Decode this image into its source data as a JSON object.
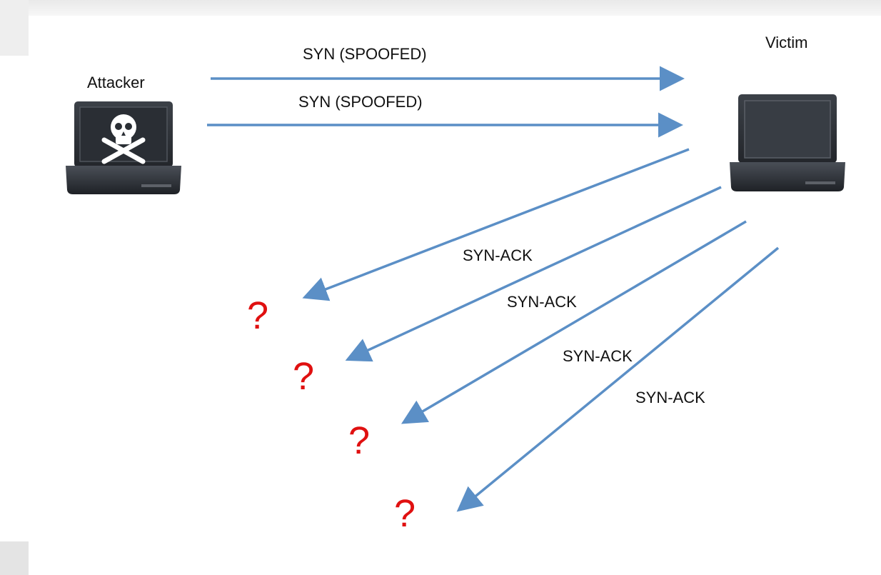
{
  "nodes": {
    "attacker": {
      "label": "Attacker",
      "icon": "laptop-skull-icon"
    },
    "victim": {
      "label": "Victim",
      "icon": "laptop-icon"
    }
  },
  "messages": {
    "syn": [
      "SYN (SPOOFED)",
      "SYN (SPOOFED)"
    ],
    "synack": [
      "SYN-ACK",
      "SYN-ACK",
      "SYN-ACK",
      "SYN-ACK"
    ]
  },
  "unknown_recipients": [
    "?",
    "?",
    "?",
    "?"
  ],
  "colors": {
    "arrow": "#5b8fc6",
    "question": "#e01010",
    "laptop_body": "#2b2f35",
    "screen": "#3a3f46"
  }
}
